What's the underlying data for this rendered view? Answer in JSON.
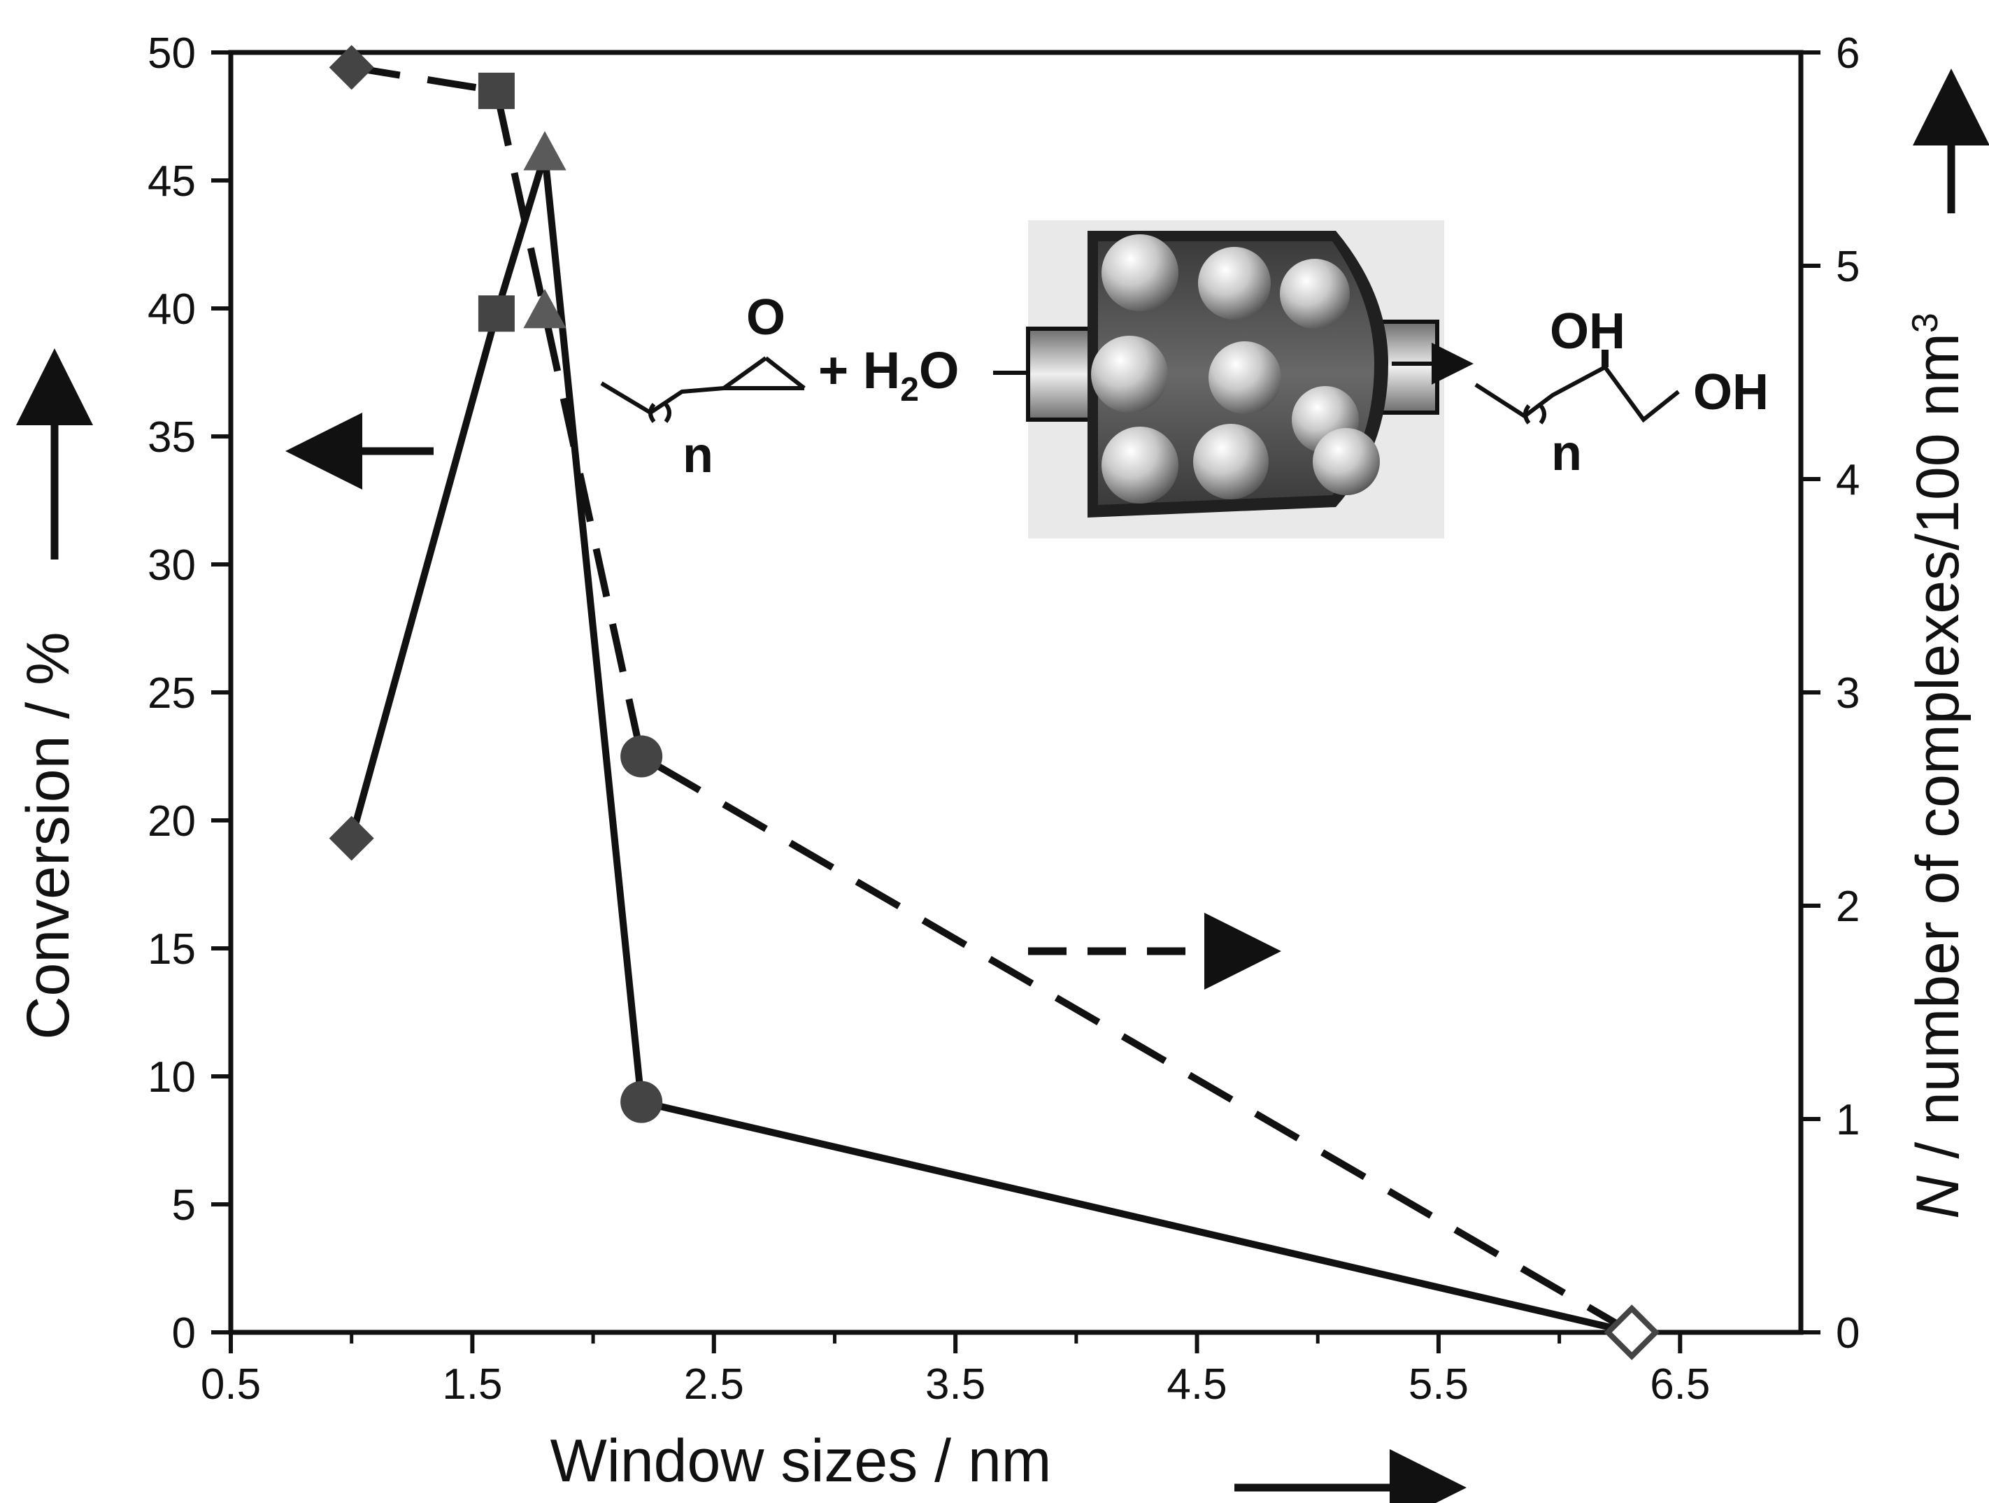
{
  "chart_data": {
    "type": "line",
    "xlabel": "Window sizes / nm",
    "ylabel_left": "Conversion / %",
    "ylabel_right_italic": "N",
    "ylabel_right_rest": " / number of complexes/100 nm",
    "ylabel_right_sup": "3",
    "xlim": [
      0.5,
      7.0
    ],
    "ylim_left": [
      0,
      50
    ],
    "ylim_right": [
      0,
      6
    ],
    "x_ticks": [
      "0.5",
      "1.5",
      "2.5",
      "3.5",
      "4.5",
      "5.5",
      "6.5"
    ],
    "y_left_ticks": [
      "0",
      "5",
      "10",
      "15",
      "20",
      "25",
      "30",
      "35",
      "40",
      "45",
      "50"
    ],
    "y_right_ticks": [
      "0",
      "1",
      "2",
      "3",
      "4",
      "5",
      "6"
    ],
    "grid": false,
    "series": [
      {
        "axis": "left",
        "style": "solid",
        "points": [
          {
            "x": 1.0,
            "y": 19.3,
            "marker": "diamond"
          },
          {
            "x": 1.6,
            "y": 39.8,
            "marker": "square"
          },
          {
            "x": 1.8,
            "y": 46.0,
            "marker": "triangle"
          },
          {
            "x": 2.2,
            "y": 9.0,
            "marker": "circle"
          },
          {
            "x": 6.3,
            "y": 0.0,
            "marker": "open-diamond"
          }
        ]
      },
      {
        "axis": "right",
        "style": "dashed",
        "points": [
          {
            "x": 1.0,
            "y": 5.93,
            "marker": "diamond"
          },
          {
            "x": 1.6,
            "y": 5.82,
            "marker": "square"
          },
          {
            "x": 1.8,
            "y": 4.78,
            "marker": "triangle"
          },
          {
            "x": 2.2,
            "y": 2.7,
            "marker": "circle"
          },
          {
            "x": 6.3,
            "y": 0.0,
            "marker": "open-diamond"
          }
        ]
      }
    ],
    "annotations": {
      "reaction_oxygen": "O",
      "reaction_plus_water": "+ H",
      "reaction_sub2": "2",
      "reaction_water_o": "O",
      "reaction_n_left": "n",
      "reaction_n_right": "n",
      "reaction_oh_top": "OH",
      "reaction_oh_right": "OH"
    },
    "colors": {
      "line": "#111111",
      "marker_fill": "#444444",
      "open_marker_stroke": "#444444"
    }
  }
}
